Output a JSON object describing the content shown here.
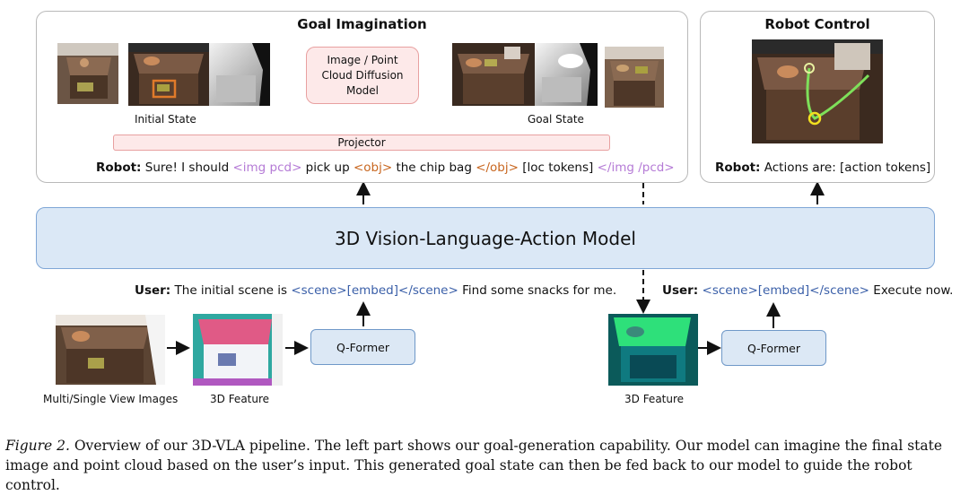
{
  "goal_panel": {
    "title": "Goal Imagination",
    "initial_state_label": "Initial State",
    "goal_state_label": "Goal State",
    "diffusion_label": "Image / Point Cloud Diffusion Model",
    "projector_label": "Projector",
    "robot_prefix": "Robot:",
    "robot_text_1": " Sure! I should ",
    "tok_img_open": "<img pcd>",
    "robot_text_2": " pick up ",
    "tok_obj_open": "<obj>",
    "robot_text_3": " the chip bag ",
    "tok_obj_close": "</obj>",
    "robot_text_4": " [loc tokens] ",
    "tok_img_close": "</img /pcd>"
  },
  "control_panel": {
    "title": "Robot Control",
    "robot_prefix": "Robot:",
    "robot_text": " Actions are: [action tokens]"
  },
  "vla_label": "3D Vision-Language-Action Model",
  "user_left": {
    "prefix": "User:",
    "text_1": " The initial scene is ",
    "tok": "<scene>[embed]</scene>",
    "text_2": " Find some snacks for me."
  },
  "user_right": {
    "prefix": "User:",
    "text_1": " ",
    "tok": "<scene>[embed]</scene>",
    "text_2": " Execute now."
  },
  "qformer_label": "Q-Former",
  "multi_view_label": "Multi/Single View Images",
  "feature_label": "3D Feature",
  "caption": {
    "fig": "Figure 2.",
    "text": " Overview of our 3D-VLA pipeline. The left part shows our goal-generation capability. Our model can imagine the final state image and point cloud based on the user’s input. This generated goal state can then be fed back to our model to guide the robot control."
  },
  "colors": {
    "vla_fill": "#dbe8f6",
    "diffusion_fill": "#fde9e9",
    "token_purple": "#b57bd6",
    "token_orange": "#c8661f",
    "token_blue": "#3a5fa8"
  }
}
